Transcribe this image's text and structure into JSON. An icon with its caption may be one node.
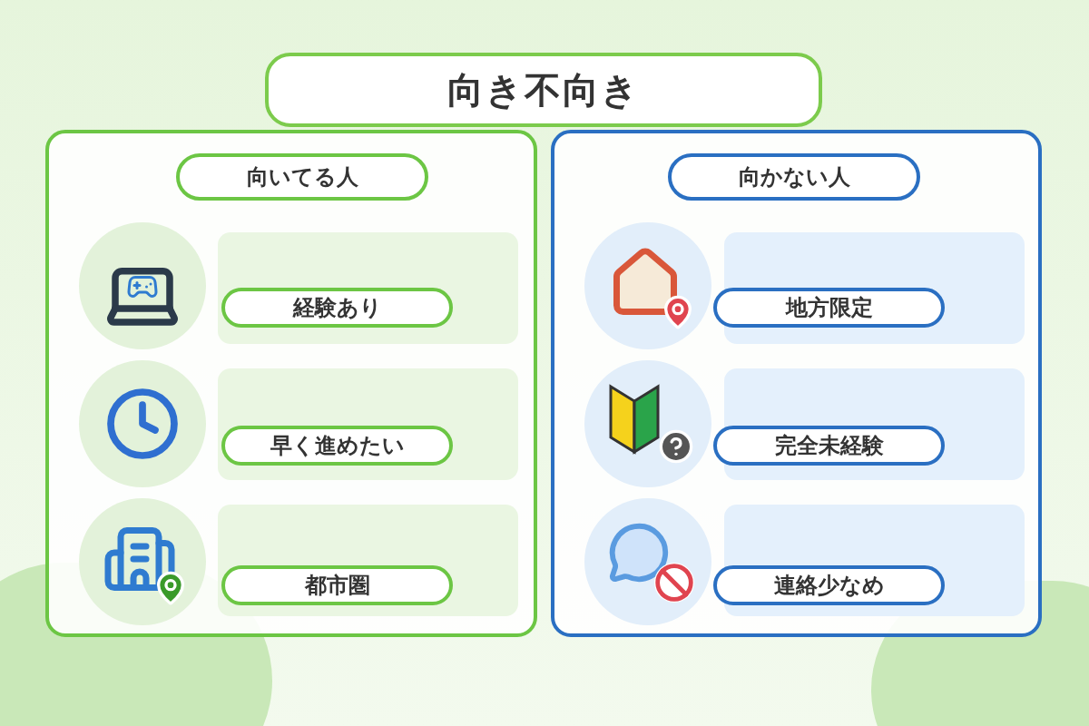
{
  "diagram": {
    "nodes": [
      {
        "text": [
          "向き不向き"
        ]
      },
      {
        "text": [],
        "shape": "box"
      },
      {
        "text": [
          "向いてる人"
        ],
        "in": 1
      },
      {
        "text": [
          "経験あり"
        ],
        "in": 1
      },
      {
        "text": [
          "早く進めたい"
        ],
        "in": 1
      },
      {
        "text": [
          "都市圏"
        ],
        "in": 1
      },
      {
        "text": [],
        "shape": "box"
      },
      {
        "text": [
          "向かない人"
        ],
        "in": 6
      },
      {
        "text": [
          "地方限定"
        ],
        "in": 6
      },
      {
        "text": [
          "完全未経験"
        ],
        "in": 6
      },
      {
        "text": [
          "連絡少なめ"
        ],
        "in": 6
      }
    ]
  }
}
